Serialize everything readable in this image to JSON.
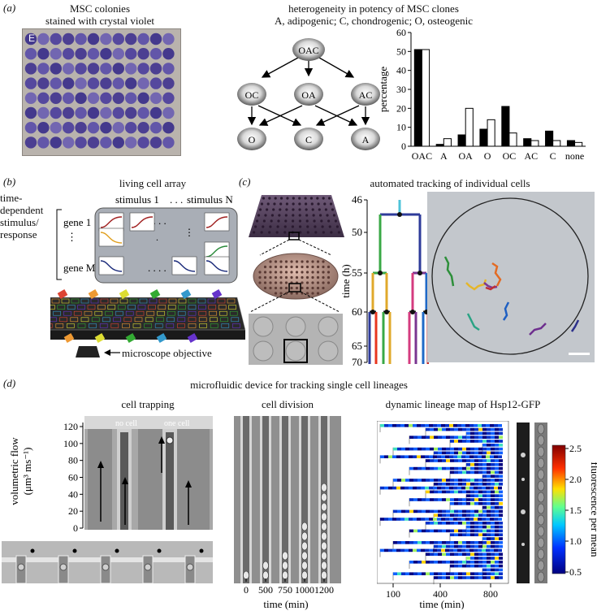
{
  "panels": {
    "a": {
      "letter": "(a)",
      "plate_title": "MSC colonies",
      "plate_subtitle": "stained with crystal violet",
      "plate_corner_label": "E",
      "hierarchy_title": "heterogeneity in potency of MSC clones",
      "hierarchy_subtitle": "A, adipogenic; C, chondrogenic; O, osteogenic",
      "nodes": [
        "OAC",
        "OC",
        "OA",
        "AC",
        "O",
        "C",
        "A"
      ]
    },
    "b": {
      "letter": "(b)",
      "title": "living cell array",
      "stimulus_first": "stimulus 1",
      "stimulus_dots": ". . .",
      "stimulus_last": "stimulus N",
      "gene_first": "gene 1",
      "gene_last": "gene M",
      "side_label_1": "time-",
      "side_label_2": "dependent",
      "side_label_3": "stimulus/",
      "side_label_4": "response",
      "objective_label": "microscope objective"
    },
    "c": {
      "letter": "(c)",
      "title": "automated tracking of individual  cells",
      "ylabel": "time (h)",
      "yticks": [
        "46",
        "50",
        "55",
        "60",
        "65",
        "70"
      ]
    },
    "d": {
      "letter": "(d)",
      "title": "microfluidic device for tracking single cell lineages",
      "trap_title": "cell trapping",
      "trap_label_left": "no cell",
      "trap_label_right": "one cell",
      "trap_ylabel_1": "volumetric flow",
      "trap_ylabel_2": "(μm³ ms⁻¹)",
      "trap_yticks": [
        "0",
        "20",
        "40",
        "60",
        "80",
        "100",
        "120"
      ],
      "division_title": "cell division",
      "division_xticks": [
        "0",
        "500",
        "750",
        "1000",
        "1200"
      ],
      "division_xlabel": "time (min)",
      "lineage_title": "dynamic lineage map of Hsp12-GFP",
      "lineage_xticks": [
        "100",
        "400",
        "800"
      ],
      "lineage_xlabel": "time (min)",
      "colorbar_label": "fluorescence per mean",
      "colorbar_ticks": [
        "2.5",
        "2.0",
        "1.5",
        "1.0",
        "0.5"
      ]
    }
  },
  "chart_data": {
    "type": "bar",
    "categories": [
      "OAC",
      "A",
      "OA",
      "O",
      "OC",
      "AC",
      "C",
      "none"
    ],
    "series": [
      {
        "fill": "#000000",
        "values": [
          51,
          1,
          6,
          9,
          21,
          4,
          8,
          3
        ]
      },
      {
        "fill": "#ffffff",
        "values": [
          51,
          4,
          20,
          14,
          7,
          3,
          3,
          2
        ]
      }
    ],
    "ylabel": "percentage",
    "ylim": [
      0,
      60
    ],
    "yticks": [
      0,
      10,
      20,
      30,
      40,
      50,
      60
    ]
  }
}
